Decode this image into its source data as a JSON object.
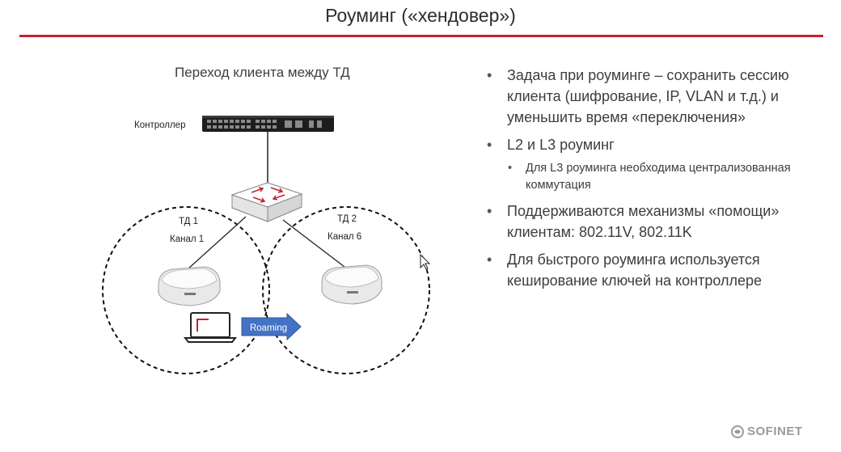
{
  "slide": {
    "title": "Роуминг («хендовер»)"
  },
  "diagram": {
    "caption": "Переход клиента между ТД",
    "controller_label": "Контроллер",
    "ap1_name": "ТД 1",
    "ap1_channel": "Канал 1",
    "ap2_name": "ТД 2",
    "ap2_channel": "Канал 6",
    "arrow_label": "Roaming",
    "colors": {
      "arrow_fill": "#4472c4",
      "accent_red": "#c8202f"
    }
  },
  "bullets": [
    {
      "level": 1,
      "text": "Задача при роуминге – сохранить сессию клиента (шифрование, IP, VLAN и т.д.) и уменьшить время «переключения»"
    },
    {
      "level": 1,
      "text": "L2 и L3 роуминг"
    },
    {
      "level": 2,
      "text": "Для L3 роуминга необходима централизованная коммутация"
    },
    {
      "level": 1,
      "text": "Поддерживаются механизмы «помощи» клиентам: 802.11V, 802.11K"
    },
    {
      "level": 1,
      "text": "Для быстрого роуминга используется кеширование ключей на контроллере"
    }
  ],
  "footer": {
    "brand": "SOFINET"
  }
}
